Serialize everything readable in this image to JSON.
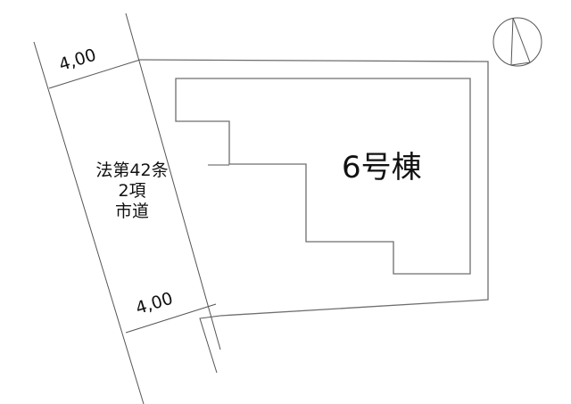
{
  "diagram": {
    "type": "site-plan",
    "road": {
      "label_lines": [
        "法第42条",
        "2項",
        "市道"
      ],
      "width_top": "4,00",
      "width_bottom": "4,00"
    },
    "building": {
      "label": "6号棟"
    },
    "north_arrow": {
      "icon": "north-arrow-icon"
    },
    "colors": {
      "line": "#555555",
      "text": "#111111",
      "background": "#ffffff"
    }
  }
}
